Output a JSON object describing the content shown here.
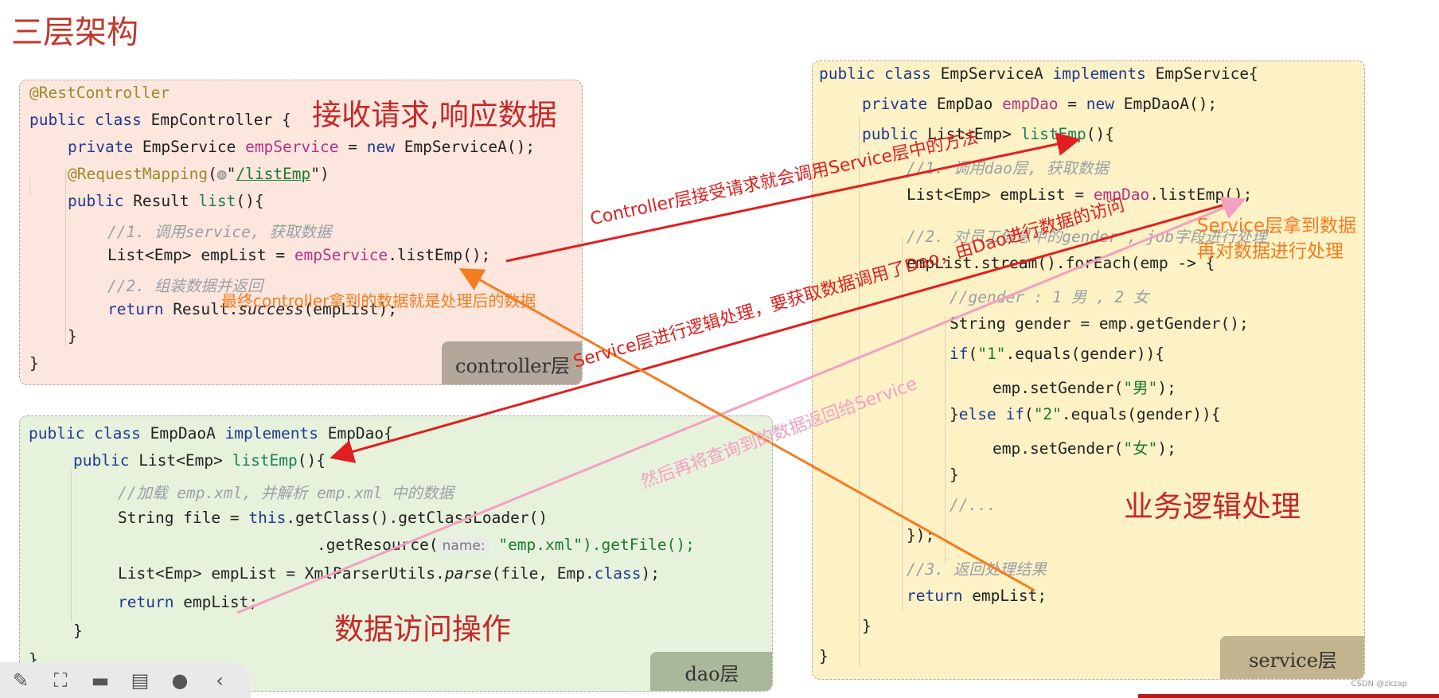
{
  "page_title": "三层架构",
  "controller": {
    "code": [
      "@RestController",
      "public class EmpController {",
      "private EmpService empService = new EmpServiceA();",
      "@RequestMapping(\"/listEmp\")",
      "public Result list(){",
      "//1. 调用service, 获取数据",
      "List<Emp> empList = empService.listEmp();",
      "//2. 组装数据并返回",
      "return Result.success(empList);",
      "}",
      "}"
    ],
    "heading": "接收请求,响应数据",
    "layer_label": "controller层"
  },
  "dao": {
    "code": [
      "public class EmpDaoA implements EmpDao{",
      "public List<Emp> listEmp(){",
      "//加载 emp.xml, 并解析 emp.xml 中的数据",
      "String file = this.getClass().getClassLoader()",
      ".getResource(",
      "name:",
      "\"emp.xml\").getFile();",
      "List<Emp> empList = XmlParserUtils.parse(file, Emp.class);",
      "return empList;",
      "}",
      "}"
    ],
    "heading": "数据访问操作",
    "layer_label": "dao层"
  },
  "service": {
    "code": [
      "public class EmpServiceA implements EmpService{",
      "private EmpDao empDao = new EmpDaoA();",
      "public List<Emp> listEmp(){",
      "//1. 调用dao层, 获取数据",
      "List<Emp> empList = empDao.listEmp();",
      "//2. 对员工信息中的gender , job字段进行处理",
      "empList.stream().forEach(emp -> {",
      "//gender : 1 男 , 2 女",
      "String gender = emp.getGender();",
      "if(\"1\".equals(gender)){",
      "emp.setGender(\"男\");",
      "}else if(\"2\".equals(gender)){",
      "emp.setGender(\"女\");",
      "}",
      "//...",
      "});",
      "//3. 返回处理结果",
      "return empList;",
      "}",
      "}"
    ],
    "heading": "业务逻辑处理",
    "layer_label": "service层"
  },
  "annotations": {
    "a1": "Controller层接受请求就会调用Service层中的方法",
    "a2": "Service层进行逻辑处理，要获取数据调用了Dao，由Dao进行数据的访问",
    "a3": "然后再将查询到的数据返回给Service",
    "a4": "最终controller拿到的数据就是处理后的数据",
    "a5_line1": "Service层拿到数据",
    "a5_line2": "再对数据进行处理"
  },
  "colors": {
    "red_arrow": "#e02020",
    "orange_arrow": "#f57c20",
    "pink_arrow": "#f4a0c0",
    "ctrl_bg": "#fde6dd",
    "dao_bg": "#e7f2dc",
    "svc_bg": "#fdf1c6"
  },
  "toolbar": {
    "icons": [
      "pencil-icon",
      "screenshot-icon",
      "camera-icon",
      "comment-icon",
      "more-icon",
      "collapse-icon"
    ]
  },
  "credit": "CSDN @zkzap"
}
